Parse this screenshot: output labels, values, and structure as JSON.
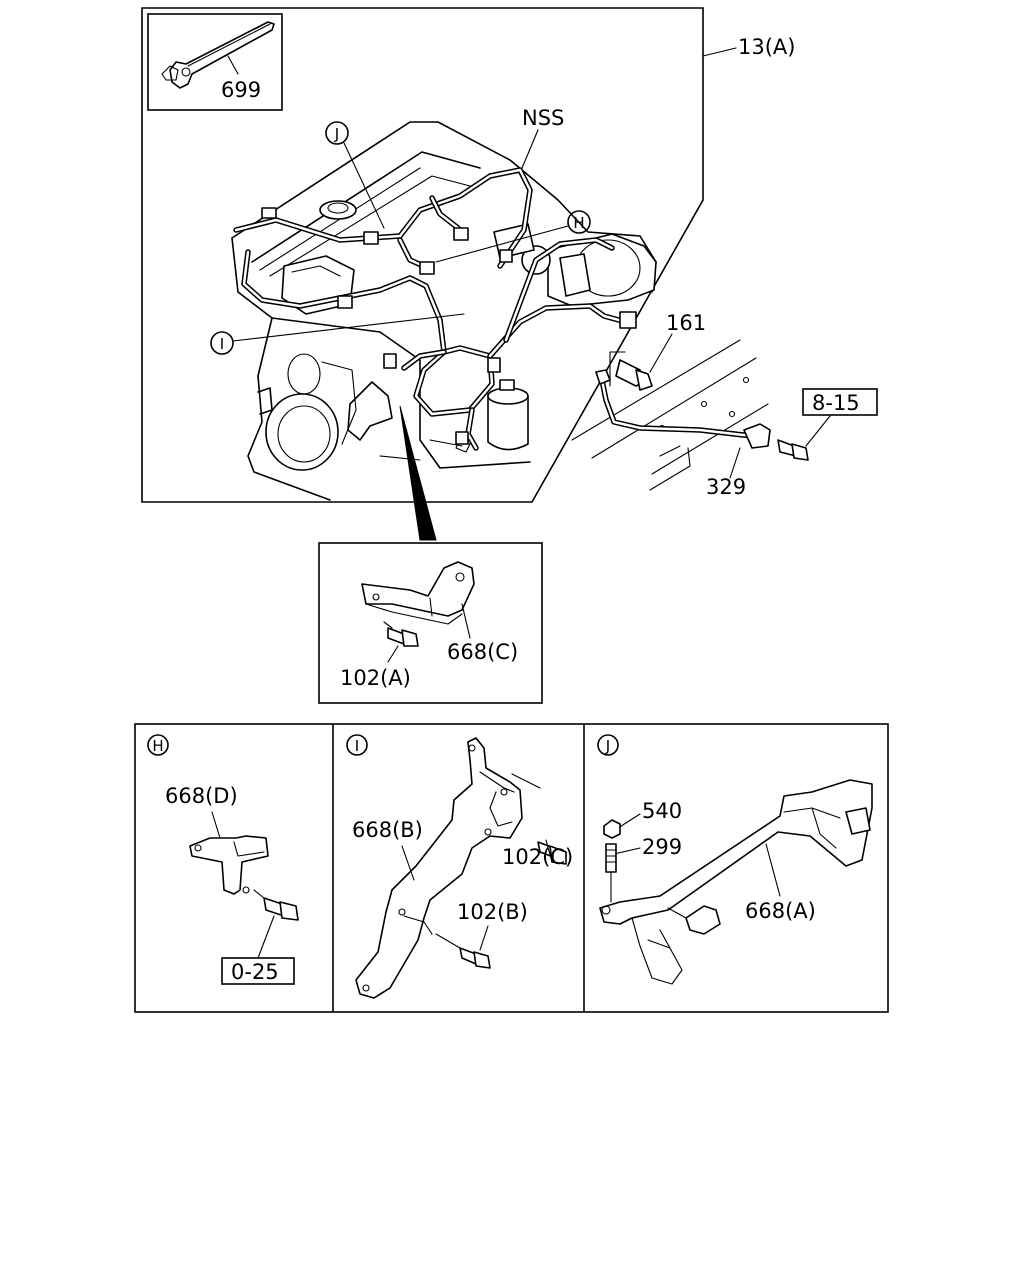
{
  "main_view": {
    "label_harness": "13(A)",
    "label_nss": "NSS",
    "label_bolt_161": "161",
    "label_cable_329": "329",
    "label_ref_8_15": "8-15",
    "label_band_699": "699",
    "callout_h": "H",
    "callout_i": "I",
    "callout_j": "J"
  },
  "detail_bracket_c": {
    "label_bracket": "668(C)",
    "label_bolt": "102(A)"
  },
  "panel_h": {
    "letter": "H",
    "label_bracket": "668(D)",
    "label_ref": "0-25"
  },
  "panel_i": {
    "letter": "I",
    "label_bracket": "668(B)",
    "label_bolt_c": "102(C)",
    "label_bolt_b": "102(B)"
  },
  "panel_j": {
    "letter": "J",
    "label_nut": "540",
    "label_stud": "299",
    "label_bracket": "668(A)"
  }
}
